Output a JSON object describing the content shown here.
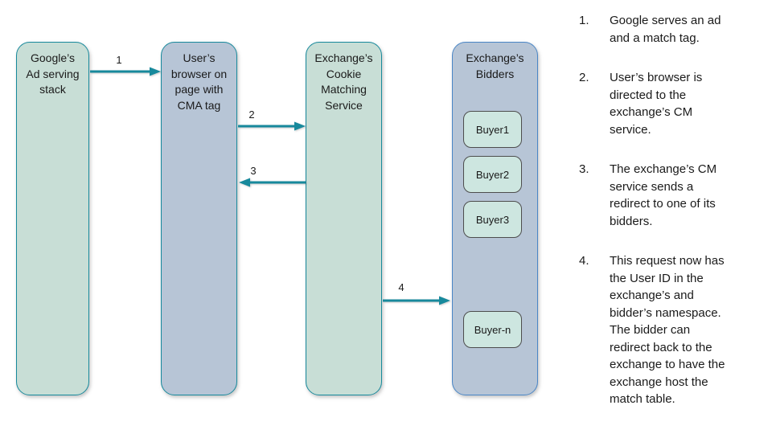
{
  "colors": {
    "teal_accent": "#17899c",
    "green_node_fill": "#c8ded6",
    "blue_node_fill": "#b7c5d6",
    "bidders_node_border": "#4a86c6",
    "buyer_fill": "#cde6e0",
    "buyer_border": "#4d4d4d",
    "text": "#1a1a1a",
    "background": "#ffffff"
  },
  "diagram": {
    "nodes": [
      {
        "id": "google-stack",
        "title": "Google’s\nAd serving\nstack"
      },
      {
        "id": "user-browser",
        "title": "User’s\nbrowser on\npage with\nCMA tag"
      },
      {
        "id": "cm-service",
        "title": "Exchange’s\nCookie\nMatching\nService"
      },
      {
        "id": "bidders",
        "title": "Exchange’s\nBidders",
        "children": [
          "Buyer1",
          "Buyer2",
          "Buyer3",
          "Buyer-n"
        ]
      }
    ],
    "arrows": [
      {
        "label": "1",
        "from": "google-stack",
        "to": "user-browser"
      },
      {
        "label": "2",
        "from": "user-browser",
        "to": "cm-service"
      },
      {
        "label": "3",
        "from": "cm-service",
        "to": "user-browser"
      },
      {
        "label": "4",
        "from": "cm-service",
        "to": "bidders"
      }
    ]
  },
  "steps": [
    {
      "num": "1.",
      "text": "Google serves an ad\nand a match tag."
    },
    {
      "num": "2.",
      "text": "User’s browser is\ndirected to the\nexchange’s CM\nservice."
    },
    {
      "num": "3.",
      "text": "The exchange’s CM\nservice sends a\nredirect to one of its\nbidders."
    },
    {
      "num": "4.",
      "text": "This request now has\nthe User ID in the\nexchange’s and\nbidder’s namespace.\nThe bidder can\nredirect back to the\nexchange to have the\nexchange host the\nmatch table."
    }
  ]
}
